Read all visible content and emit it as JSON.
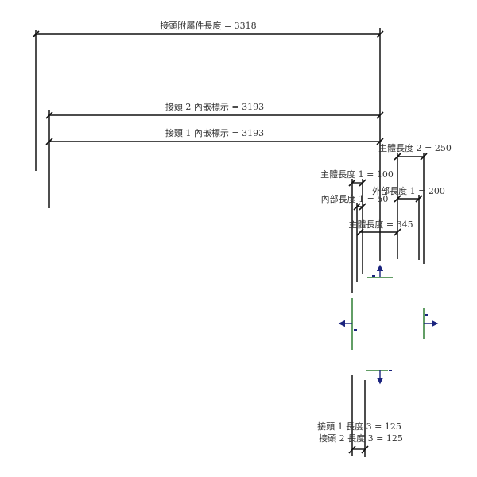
{
  "dimensions": {
    "fitting_length": "接頭附屬件長度 = 3318",
    "connector2_inset": "接頭 2 內嵌標示 = 3193",
    "connector1_inset": "接頭 1 內嵌標示 = 3193",
    "body_length2": "主體長度 2 = 250",
    "body_length1": "主體長度 1 = 100",
    "outer_length1": "外部長度 1 = 200",
    "inner_length1": "內部長度 1 = 50",
    "body_length": "主體長度 = 345",
    "connector1_length3": "接頭 1 長度 3 = 125",
    "connector2_length3": "接頭 2 長度 3 = 125"
  },
  "colors": {
    "connector": "#2e7d32",
    "arrow": "#1a237e"
  }
}
